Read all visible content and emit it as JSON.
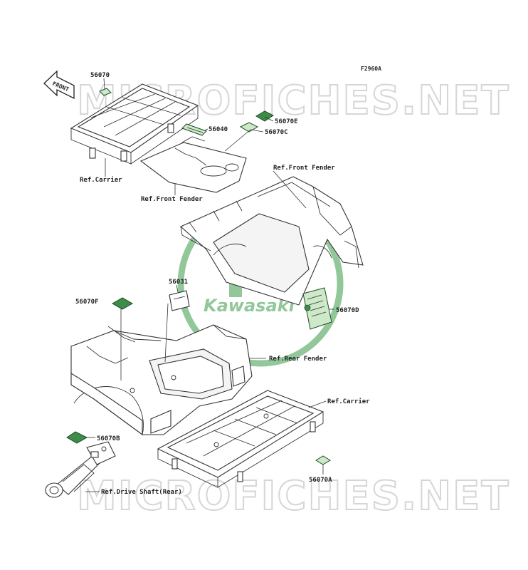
{
  "figure_id": "F2960A",
  "watermarks": {
    "top": "MICROFICHES.NET",
    "bottom": "MICROFICHES.NET"
  },
  "brand": {
    "name": "Kawasaki",
    "color": "#3a9a48"
  },
  "front_arrow_label": "FRONT",
  "labels": {
    "p56070": "56070",
    "p56070E": "56070E",
    "p56040": "56040",
    "p56070C": "56070C",
    "ref_carrier_front": "Ref.Carrier",
    "ref_front_fender_1": "Ref.Front Fender",
    "ref_front_fender_2": "Ref.Front Fender",
    "p56031": "56031",
    "p56070F": "56070F",
    "p56070D": "56070D",
    "ref_rear_fender": "Ref.Rear Fender",
    "ref_carrier_rear": "Ref.Carrier",
    "p56070B": "56070B",
    "p56070A": "56070A",
    "ref_drive_shaft": "Ref.Drive Shaft(Rear)"
  }
}
